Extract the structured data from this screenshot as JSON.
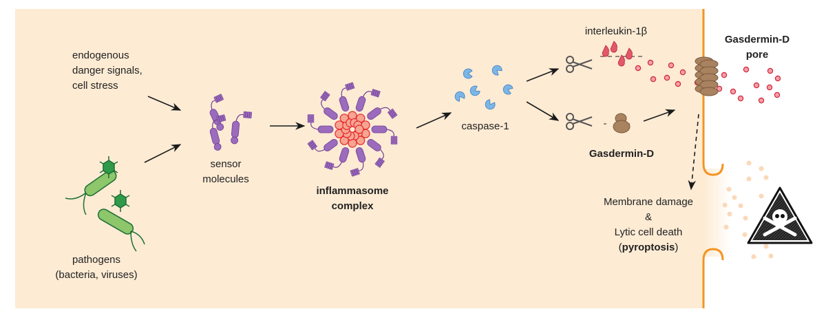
{
  "colors": {
    "cytoplasm": "#fdebd4",
    "membrane": "#f39423",
    "sensor": "#9b6bbd",
    "sensor_stroke": "#6e3f93",
    "core": "#f6a590",
    "core_stroke": "#e8262e",
    "caspase": "#7cb6e6",
    "il1b": "#e05a6a",
    "gasdermin": "#a9825f",
    "pathogen": "#2f9a4a",
    "debris": "#fbd9b8"
  },
  "labels": {
    "danger_signals": [
      "endogenous",
      "danger signals,",
      "cell stress"
    ],
    "pathogens": [
      "pathogens",
      "(bacteria, viruses)"
    ],
    "sensor_molecules": [
      "sensor",
      "molecules"
    ],
    "inflammasome": [
      "inflammasome",
      "complex"
    ],
    "caspase": "caspase-1",
    "interleukin": "interleukin-1β",
    "pore": [
      "Gasdermin-D",
      "pore"
    ],
    "gasdermin": "Gasdermin-D",
    "outcome": {
      "line1": "Membrane damage",
      "line2": "&",
      "line3": "Lytic cell death",
      "line4_open": "(",
      "line4_bold": "pyroptosis",
      "line4_close": ")"
    }
  },
  "icons": [
    "scissors-icon",
    "skull-crossbones-warning-icon",
    "virus-icon",
    "bacterium-icon"
  ]
}
